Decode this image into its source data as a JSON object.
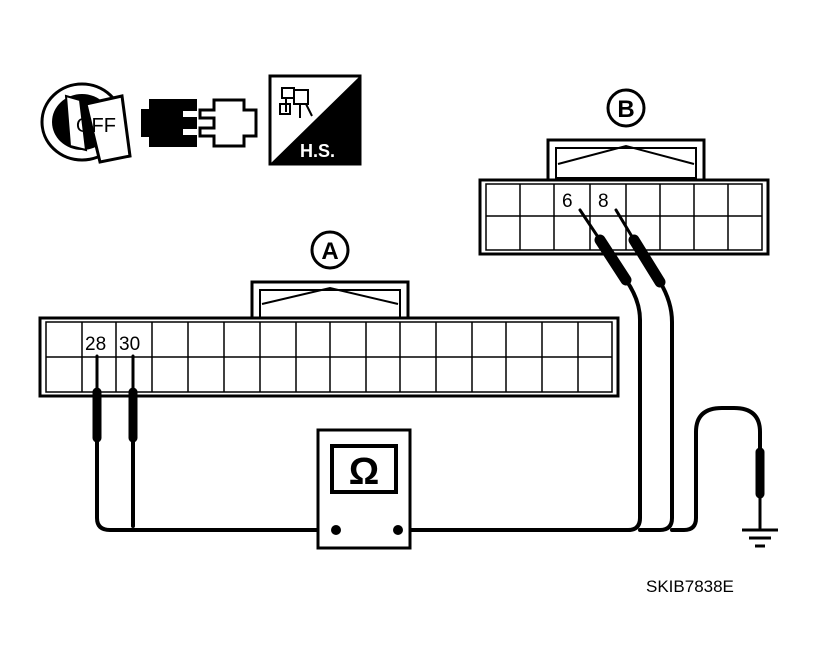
{
  "icons": {
    "ignition_label": "OFF",
    "harness_label": "H.S."
  },
  "connector_a": {
    "label": "A",
    "pins": [
      "28",
      "30"
    ]
  },
  "connector_b": {
    "label": "B",
    "pins": [
      "6",
      "8"
    ]
  },
  "meter": {
    "symbol": "Ω"
  },
  "figure_code": "SKIB7838E"
}
